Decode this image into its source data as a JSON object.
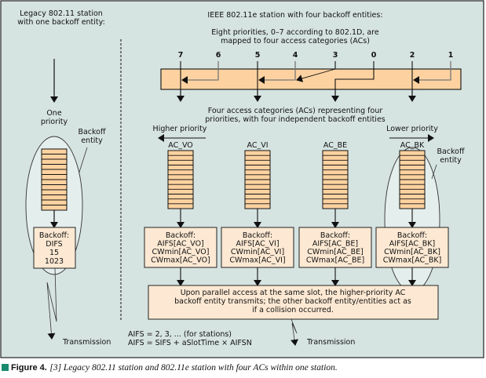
{
  "legacy": {
    "title_line1": "Legacy 802.11 station",
    "title_line2": "with one backoff entity:",
    "priority_line1": "One",
    "priority_line2": "priority",
    "entity_line1": "Backoff",
    "entity_line2": "entity",
    "backoff_lines": [
      "Backoff:",
      "DIFS",
      "15",
      "1023"
    ],
    "transmission": "Transmission"
  },
  "edca": {
    "title": "IEEE 802.11e station with four backoff entities:",
    "mapping_line1": "Eight priorities, 0–7 according to 802.1D, are",
    "mapping_line2": "mapped to four access categories (ACs)",
    "priorities": [
      "7",
      "6",
      "5",
      "4",
      "3",
      "0",
      "2",
      "1"
    ],
    "acs_line1": "Four access categories (ACs) representing four",
    "acs_line2": "priorities, with four independent backoff entities",
    "higher_priority": "Higher priority",
    "lower_priority": "Lower priority",
    "entity_line1": "Backoff",
    "entity_line2": "entity",
    "access_categories": [
      {
        "name": "AC_VO",
        "backoff": [
          "Backoff:",
          "AIFS[AC_VO]",
          "CWmin[AC_VO]",
          "CWmax[AC_VO]"
        ]
      },
      {
        "name": "AC_VI",
        "backoff": [
          "Backoff:",
          "AIFS[AC_VI]",
          "CWmin[AC_VI]",
          "CWmax[AC_VI]"
        ]
      },
      {
        "name": "AC_BE",
        "backoff": [
          "Backoff:",
          "AIFS[AC_BE]",
          "CWmin[AC_BE]",
          "CWmax[AC_BE]"
        ]
      },
      {
        "name": "AC_BK",
        "backoff": [
          "Backoff:",
          "AIFS[AC_BK]",
          "CWmin[AC_BK]",
          "CWmax[AC_BK]"
        ]
      }
    ],
    "collision_lines": [
      "Upon parallel access at the same slot, the higher-priority AC",
      "backoff entity transmits; the other backoff entity/entities act as",
      "if a collision occurred."
    ],
    "aifs_line1": "AIFS = 2, 3, ... (for stations)",
    "aifs_line2": "AIFS = SIFS + aSlotTime × AIFSN",
    "transmission": "Transmission"
  },
  "caption": {
    "label": "Figure 4.",
    "text": "[3] Legacy 802.11 station and 802.11e station with four ACs within one station."
  },
  "colors": {
    "panel_bg": "#d6e4e1",
    "queue_fill": "#fdd2a0",
    "box_fill": "#fde9d3",
    "ellipse_fill": "#e4eeec",
    "caption_square": "#1a8a6e"
  }
}
